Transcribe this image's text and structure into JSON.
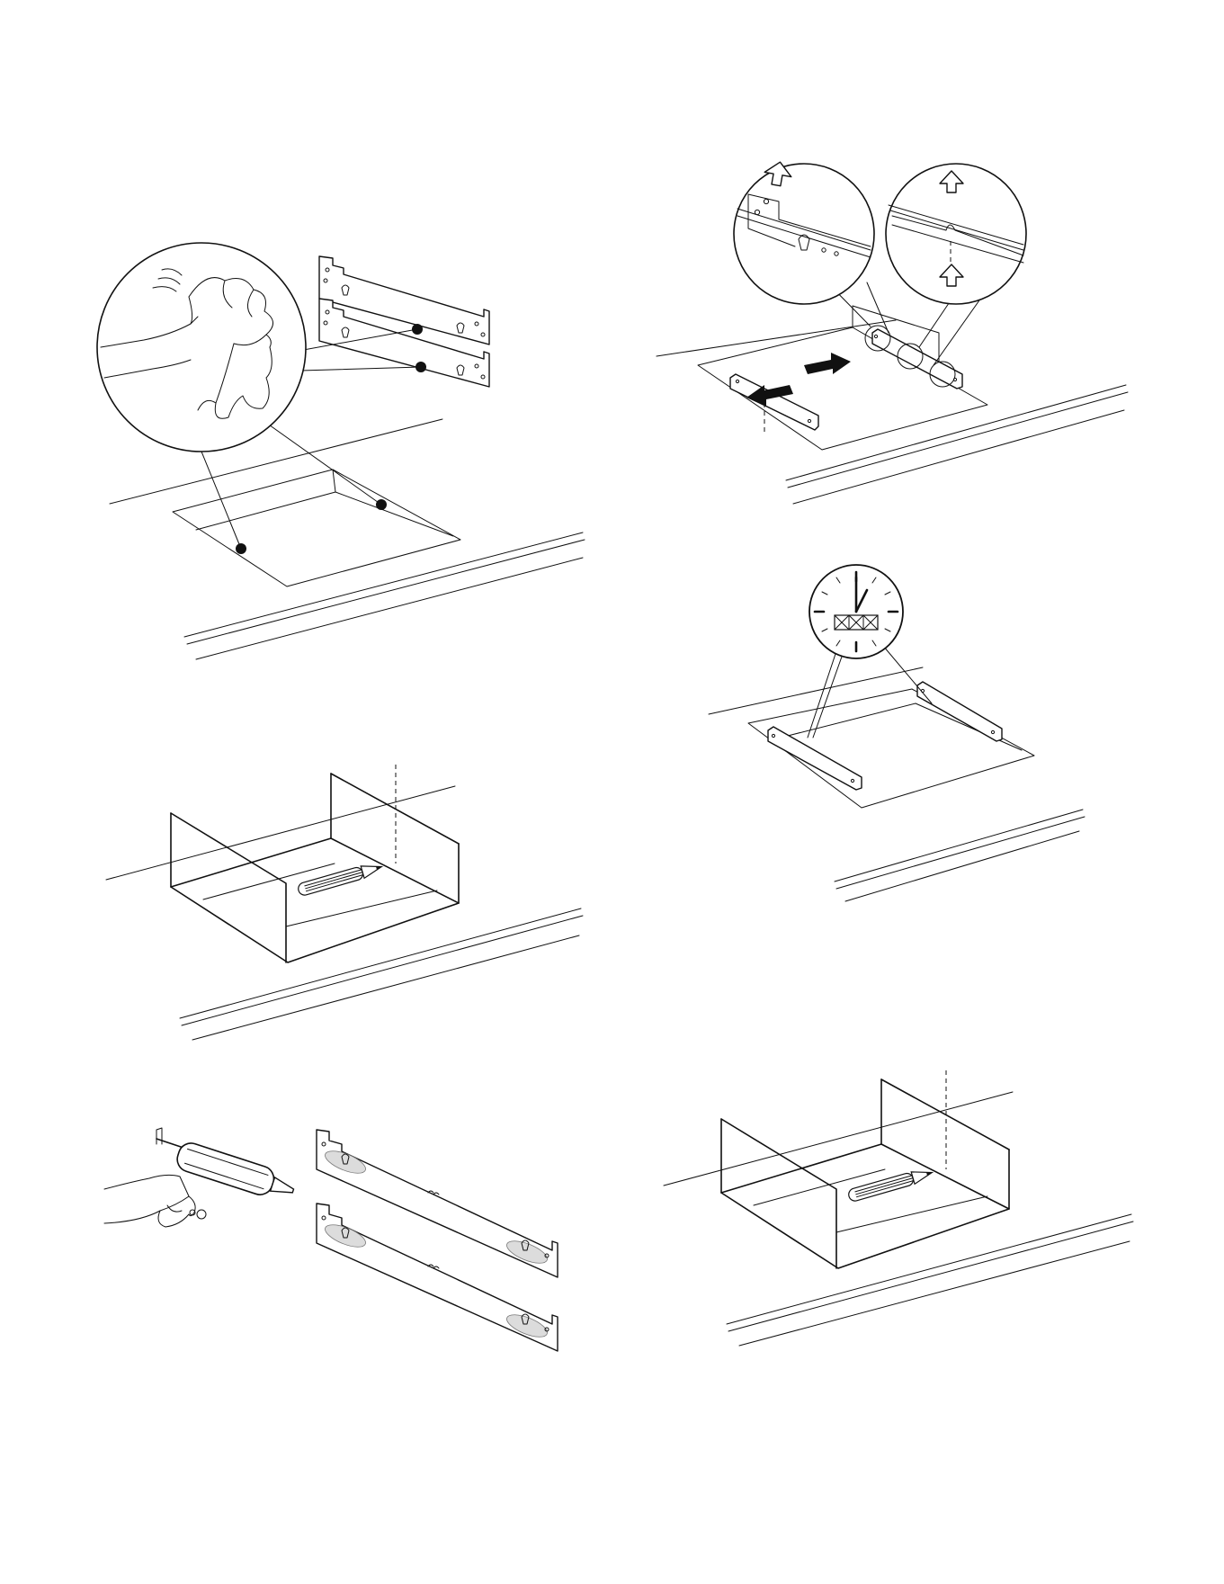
{
  "document": {
    "panels": [
      {
        "id": "clean-surfaces",
        "icon": "hand-with-cloth-icon"
      },
      {
        "id": "align-strips",
        "icon": "arrow-icon"
      },
      {
        "id": "mark-cutout-left",
        "icon": "pencil-icon"
      },
      {
        "id": "wait-to-cure",
        "icon": "clock-icon"
      },
      {
        "id": "apply-adhesive",
        "icon": "caulking-gun-icon"
      },
      {
        "id": "mark-cutout-right",
        "icon": "pencil-icon"
      }
    ]
  }
}
